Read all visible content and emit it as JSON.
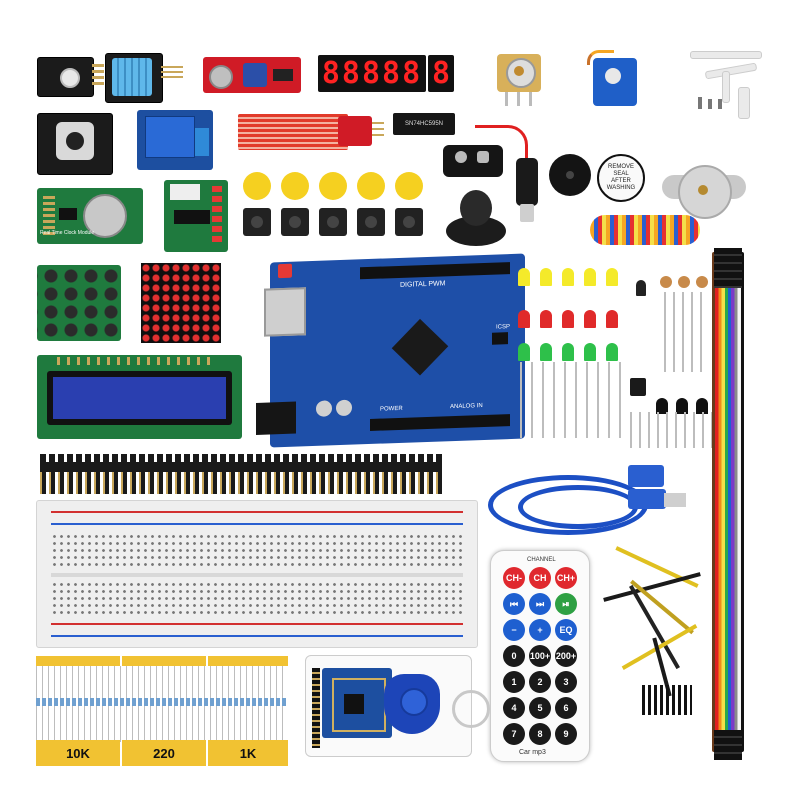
{
  "seven_segment": {
    "digits": "88888",
    "single": "8"
  },
  "chip_label": {
    "line1": "SN74HC595N"
  },
  "remove_seal": {
    "line1": "REMOVE",
    "line2": "SEAL",
    "line3": "AFTER",
    "line4": "WASHING"
  },
  "rtc_module": {
    "label": "Real Time Clock Module"
  },
  "uno_board": {
    "label": "DIGITAL PWM",
    "power": "POWER",
    "analog": "ANALOG IN",
    "icsp": "ICSP"
  },
  "resistor_bands": [
    {
      "label": "10K"
    },
    {
      "label": "220"
    },
    {
      "label": "1K"
    }
  ],
  "remote": {
    "header": "CHANNEL",
    "row1": [
      "CH-",
      "CH",
      "CH+"
    ],
    "row2": [
      "⏮",
      "⏭",
      "⏯"
    ],
    "row3": [
      "−",
      "+",
      "EQ"
    ],
    "row4": [
      "0",
      "100+",
      "200+"
    ],
    "row5": [
      "1",
      "2",
      "3"
    ],
    "row6": [
      "4",
      "5",
      "6"
    ],
    "row7": [
      "7",
      "8",
      "9"
    ],
    "brand": "Car mp3"
  },
  "colors": {
    "pcb_blue": "#1d4fa0",
    "pcb_green": "#1f7a3e",
    "pcb_red": "#d01b26",
    "button_yellow": "#f5d020",
    "resistor_band": "#f1c232",
    "remote_red": "#e0282e",
    "remote_blue": "#1e5fd0",
    "remote_green": "#2ea043"
  }
}
